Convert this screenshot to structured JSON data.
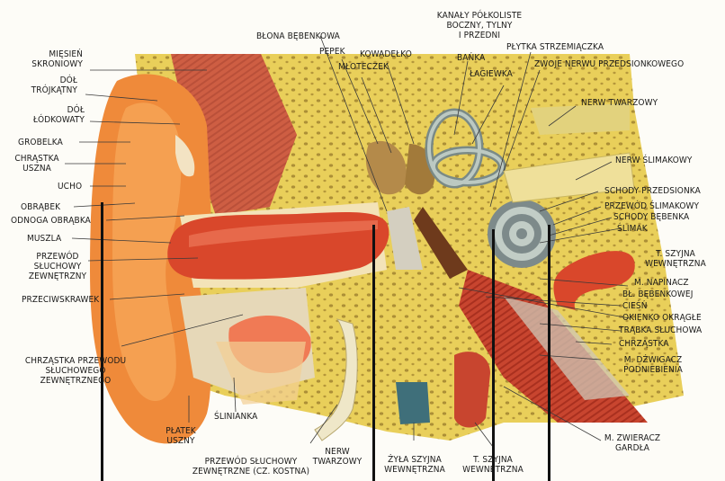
{
  "colors": {
    "background": "#fdfcf7",
    "skin": "#ef8a3a",
    "bone": "#e9cf5a",
    "canal": "#d9472b",
    "muscle": "#c8452f",
    "cartilage": "#cfc7b7",
    "nerve": "#efe09a",
    "lines": "#111111"
  },
  "labels": {
    "miesien_skroniowy": "MIĘSIEŃ\nSKRONIOWY",
    "dol_trojkatny": "DÓŁ\nTRÓJKĄTNY",
    "dol_lodkowaty": "DÓŁ\nŁÓDKOWATY",
    "grobelka": "GROBELKA",
    "chrzastka_uszna": "CHRĄSTKA\nUSZNA",
    "ucho": "UCHO",
    "obrabek": "OBRĄBEK",
    "odnoga_obrabka": "ODNOGA OBRĄBKA",
    "muszla": "MUSZLA",
    "przewod_sluchowy": "PRZEWÓD\nSŁUCHOWY\nZEWNĘTRZNY",
    "przeciwskrawek": "PRZECIWSKRAWEK",
    "chrzastka_przewodu": "CHRZĄSTKA PRZEWODU\nSŁUCHOWEGO\nZEWNĘTRZNEGO",
    "platek_uszny": "PŁATEK\nUSZNY",
    "slinianka": "ŚLINIANKA",
    "przewod_kostna": "PRZEWÓD SŁUCHOWY\nZEWNĘTRZNE (CZ. KOSTNA)",
    "nerw_twarzowy_bottom": "NERW\nTWARZOWY",
    "zyla_szyjna": "ŻYŁA SZYJNA\nWEWNĘTRZNA",
    "t_szyjna_bottom": "T. SZYJNA\nWEWNĘTRZNA",
    "m_zwieracz": "M. ZWIERACZ\nGARDŁA",
    "blona_bebenkowa": "BŁONA BĘBENKOWA",
    "pepek": "PĘPEK",
    "kowadelko": "KOWADEŁKO",
    "mloteczek": "MŁOTECZEK",
    "kanaly_polkoliste": "KANAŁY PÓŁKOLISTE\nBOCZNY, TYLNY\nI PRZEDNI",
    "banka": "BAŃKA",
    "lagiewka": "ŁAGIEWKA",
    "plytka_strzemiaczka": "PŁYTKA STRZEMIĄCZKA",
    "zwoje_nerwu": "ZWOJE NERWU PRZEDSIONKOWEGO",
    "nerw_twarzowy_right": "NERW TWARZOWY",
    "nerw_slimakowy": "NERW ŚLIMAKOWY",
    "schody_przedsionka": "SCHODY PRZEDSIONKA",
    "przewod_slimakowy": "PRZEWÓD ŚLIMAKOWY",
    "schody_bebenka": "SCHODY BĘBENKA",
    "slimak": "ŚLIMAK",
    "t_szyjna_right": "T. SZYJNA\nWEWNĘTRZNA",
    "m_napinacz": "M. NAPINACZ",
    "bl_bebenkowej": "BŁ. BĘBENKOWEJ",
    "ciesn": "CIEŚŃ",
    "okienko_okragle": "OKIENKO OKRĄGŁE",
    "trabka_sluchowa": "TRĄBKA SŁUCHOWA",
    "chrzastka": "CHRZĄSTKA",
    "m_dzwigacz": "M. DŹWIGACZ\nPODNIEBIENIA"
  }
}
